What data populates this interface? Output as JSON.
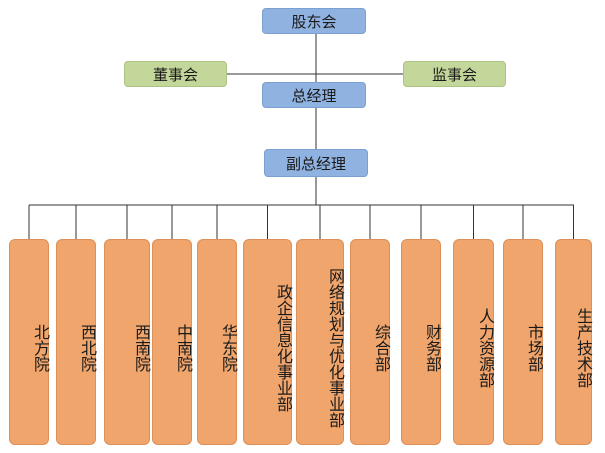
{
  "top": {
    "shareholders": "股东会",
    "board": "董事会",
    "supervisors": "监事会",
    "gm": "总经理",
    "deputy_gm": "副总经理"
  },
  "departments": [
    {
      "label": "北方院"
    },
    {
      "label": "西北院"
    },
    {
      "label": "西南院"
    },
    {
      "label": "中南院"
    },
    {
      "label": "华东院"
    },
    {
      "label": "政企信息化事业部"
    },
    {
      "label": "网络规划与优化事业部"
    },
    {
      "label": "综合部"
    },
    {
      "label": "财务部"
    },
    {
      "label": "人力资源部"
    },
    {
      "label": "市场部"
    },
    {
      "label": "生产技术部"
    }
  ],
  "colors": {
    "top_nodes": "#8fb2e0",
    "side_nodes": "#c4d79b",
    "department_nodes": "#f0a56c",
    "connector": "#333333"
  }
}
